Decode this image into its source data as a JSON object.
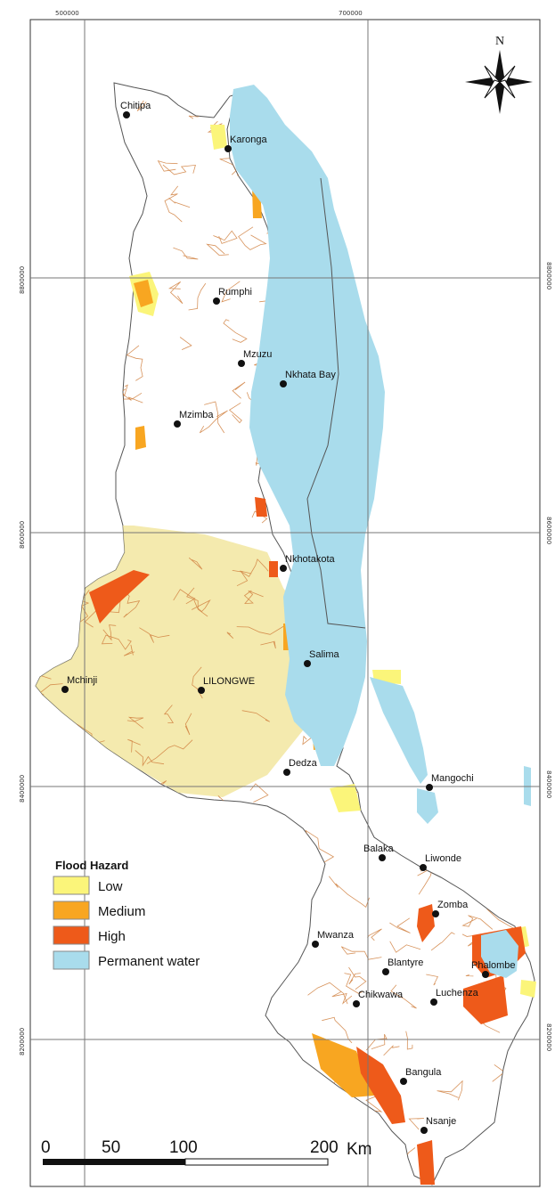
{
  "map": {
    "colors": {
      "land": "#ffffff",
      "lake": "#a9dcec",
      "river": "#d08040",
      "low": "#fbf57a",
      "medium": "#f8a621",
      "high": "#ee5a1a",
      "central_fill": "#f2e6a0",
      "grid": "#777777"
    },
    "grid_labels": {
      "top": [
        "500000",
        "700000"
      ],
      "left": [
        "8800000",
        "8600000",
        "8400000",
        "8200000"
      ],
      "right": [
        "8800000",
        "8600000",
        "8400000",
        "8200000"
      ]
    },
    "north_label": "N",
    "towns": [
      {
        "name": "Chitipa"
      },
      {
        "name": "Karonga"
      },
      {
        "name": "Rumphi"
      },
      {
        "name": "Mzuzu"
      },
      {
        "name": "Nkhata Bay"
      },
      {
        "name": "Mzimba"
      },
      {
        "name": "Nkhotakota"
      },
      {
        "name": "Mchinji"
      },
      {
        "name": "Salima"
      },
      {
        "name": "LILONGWE"
      },
      {
        "name": "Dedza"
      },
      {
        "name": "Mangochi"
      },
      {
        "name": "Balaka"
      },
      {
        "name": "Liwonde"
      },
      {
        "name": "Zomba"
      },
      {
        "name": "Mwanza"
      },
      {
        "name": "Blantyre"
      },
      {
        "name": "Phalombe"
      },
      {
        "name": "Chikwawa"
      },
      {
        "name": "Luchenza"
      },
      {
        "name": "Bangula"
      },
      {
        "name": "Nsanje"
      }
    ],
    "legend": {
      "title": "Flood Hazard",
      "items": [
        {
          "label": "Low",
          "color": "#fbf57a"
        },
        {
          "label": "Medium",
          "color": "#f8a621"
        },
        {
          "label": "High",
          "color": "#ee5a1a"
        },
        {
          "label": "Permanent water",
          "color": "#a9dcec"
        }
      ]
    },
    "scale_bar": {
      "ticks": [
        "0",
        "50",
        "100",
        "200"
      ],
      "unit": "Km"
    }
  }
}
